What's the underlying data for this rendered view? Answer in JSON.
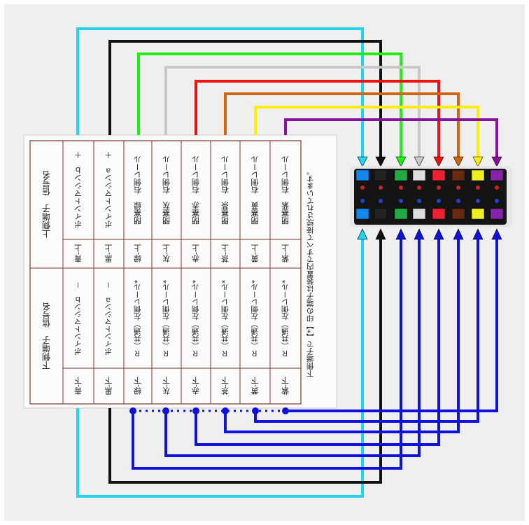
{
  "table": {
    "upper_header": "上側端子　信号名",
    "lower_header": "下側端子　信号名",
    "note": "下側端子で【*】印の端子は装置内ですべて接続されています。",
    "rows": [
      {
        "upper_label": "ポイントマシンｂ　＋",
        "upper_terminal": "青-上",
        "lower_label": "ポイントマシンｂ　－",
        "lower_terminal": "青-下"
      },
      {
        "upper_label": "ポイントマシンａ　＋",
        "upper_terminal": "黒-上",
        "lower_label": "ポイントマシンａ　－",
        "lower_terminal": "黒-下"
      },
      {
        "upper_label": "閉塞緑　右側レール",
        "upper_terminal": "緑-上",
        "lower_label": "Ｒ（共通）左側レール*",
        "lower_terminal": "緑-下"
      },
      {
        "upper_label": "閉塞灰　右側レール",
        "upper_terminal": "灰-上",
        "lower_label": "Ｒ（共通）左側レール*",
        "lower_terminal": "灰-下"
      },
      {
        "upper_label": "閉塞赤　右側レール",
        "upper_terminal": "赤-上",
        "lower_label": "Ｒ（共通）左側レール*",
        "lower_terminal": "赤-下"
      },
      {
        "upper_label": "閉塞茶　右側レール",
        "upper_terminal": "茶-上",
        "lower_label": "Ｒ（共通）左側レール*",
        "lower_terminal": "茶-下"
      },
      {
        "upper_label": "閉塞黄　右側レール",
        "upper_terminal": "黄-上",
        "lower_label": "Ｒ（共通）左側レール*",
        "lower_terminal": "黄-下"
      },
      {
        "upper_label": "閉塞紫　右側レール",
        "upper_terminal": "紫-上",
        "lower_label": "Ｒ（共通）左側レール*",
        "lower_terminal": "紫-下"
      }
    ]
  },
  "wires": {
    "upper": [
      {
        "color": "#22d3f0",
        "name": "cyan-wire"
      },
      {
        "color": "#111111",
        "name": "black-wire"
      },
      {
        "color": "#22ee11",
        "name": "green-wire"
      },
      {
        "color": "#c8c8c8",
        "name": "gray-wire"
      },
      {
        "color": "#ee1111",
        "name": "red-wire"
      },
      {
        "color": "#cc6611",
        "name": "brown-wire"
      },
      {
        "color": "#ffee00",
        "name": "yellow-wire"
      },
      {
        "color": "#881199",
        "name": "purple-wire"
      }
    ],
    "lower_common_color": "#1111dd"
  },
  "connector": {
    "terminal_colors": [
      "#1188ee",
      "#222222",
      "#22aa44",
      "#dddddd",
      "#ee2233",
      "#6a2a10",
      "#eeee22",
      "#8822aa"
    ]
  }
}
